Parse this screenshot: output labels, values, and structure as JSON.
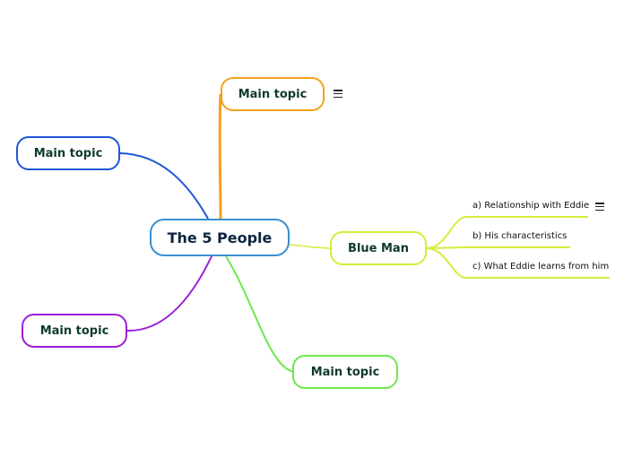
{
  "map": {
    "central": {
      "label": "The 5 People"
    },
    "topics": [
      {
        "label": "Main topic",
        "color": "#f5a01a",
        "has_note": true
      },
      {
        "label": "Main topic",
        "color": "#1f56d8"
      },
      {
        "label": "Main topic",
        "color": "#9a1fd6"
      },
      {
        "label": "Main topic",
        "color": "#6ee84a"
      },
      {
        "label": "Blue Man",
        "color": "#d8ec3a",
        "subtopics": [
          {
            "label": "a) Relationship with Eddie",
            "has_note": true
          },
          {
            "label": "b) His characteristics"
          },
          {
            "label": "c) What Eddie learns from him"
          }
        ]
      }
    ]
  },
  "icons": {
    "note": "menu-lines-icon"
  }
}
